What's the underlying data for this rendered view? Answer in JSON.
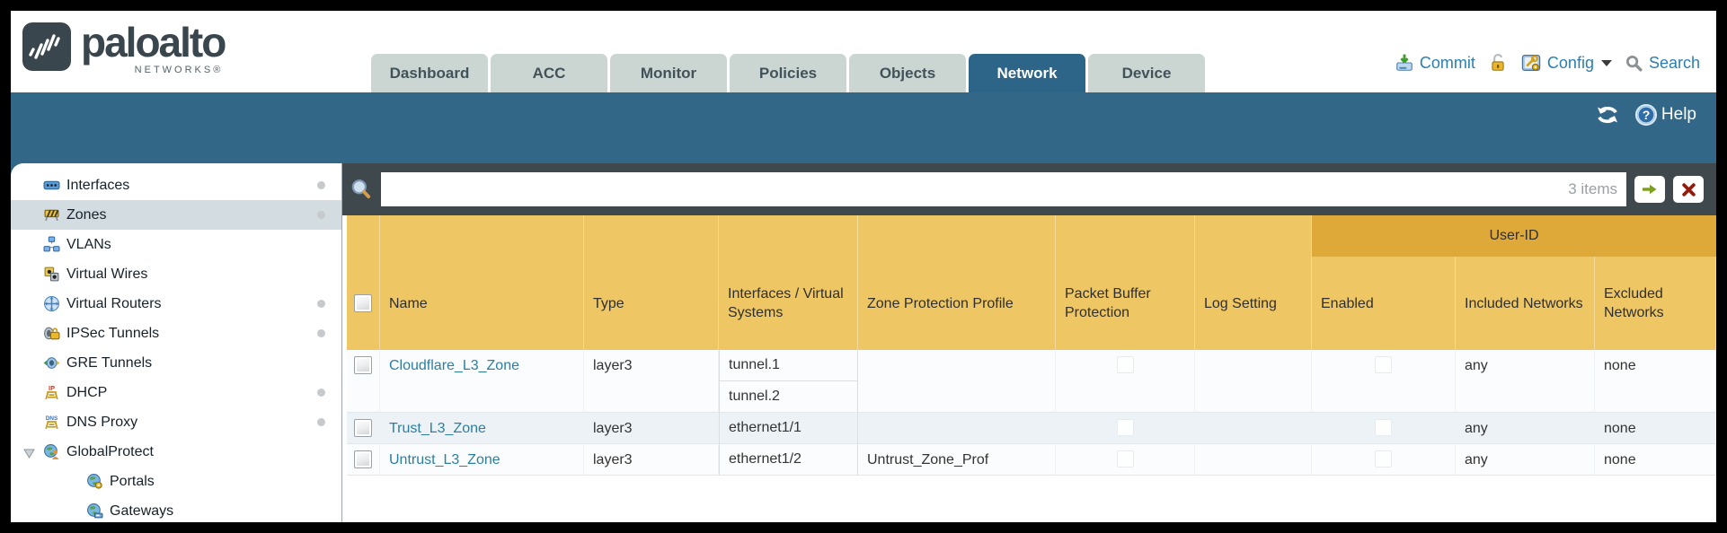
{
  "colors": {
    "frame": "#000000",
    "teal_band": "#336788",
    "active_tab": "#2d6588",
    "inactive_tab": "#cbd6d2",
    "slate_toolbar": "#3e484d",
    "header_amber": "#eec764",
    "group_amber": "#dfa93a",
    "link_blue": "#2b7fa1",
    "top_link_blue": "#2b7fae",
    "alt_row": "#edf2f6",
    "selected_item": "#d3dce1"
  },
  "header": {
    "logo": {
      "brand": "paloalto",
      "sub": "NETWORKS®",
      "icon": "paloalto-logo-icon"
    },
    "tabs": [
      {
        "label": "Dashboard",
        "active": false
      },
      {
        "label": "ACC",
        "active": false
      },
      {
        "label": "Monitor",
        "active": false
      },
      {
        "label": "Policies",
        "active": false
      },
      {
        "label": "Objects",
        "active": false
      },
      {
        "label": "Network",
        "active": true
      },
      {
        "label": "Device",
        "active": false
      }
    ],
    "actions": {
      "commit_label": "Commit",
      "commit_icon": "commit-icon",
      "lock_icon": "unlocked-padlock-icon",
      "config_label": "Config",
      "config_icon": "config-icon",
      "config_caret": "chevron-down-icon",
      "search_label": "Search",
      "search_icon": "search-icon"
    }
  },
  "toolbar": {
    "refresh_icon": "refresh-icon",
    "help_icon": "help-icon",
    "help_label": "Help"
  },
  "sidebar": {
    "items": [
      {
        "label": "Interfaces",
        "icon": "interfaces-icon",
        "dot": true,
        "selected": false,
        "child": false,
        "expanded": false
      },
      {
        "label": "Zones",
        "icon": "zones-icon",
        "dot": true,
        "selected": true,
        "child": false,
        "expanded": false
      },
      {
        "label": "VLANs",
        "icon": "vlans-icon",
        "dot": false,
        "selected": false,
        "child": false,
        "expanded": false
      },
      {
        "label": "Virtual Wires",
        "icon": "virtual-wires-icon",
        "dot": false,
        "selected": false,
        "child": false,
        "expanded": false
      },
      {
        "label": "Virtual Routers",
        "icon": "virtual-routers-icon",
        "dot": true,
        "selected": false,
        "child": false,
        "expanded": false
      },
      {
        "label": "IPSec Tunnels",
        "icon": "ipsec-tunnels-icon",
        "dot": true,
        "selected": false,
        "child": false,
        "expanded": false
      },
      {
        "label": "GRE Tunnels",
        "icon": "gre-tunnels-icon",
        "dot": false,
        "selected": false,
        "child": false,
        "expanded": false
      },
      {
        "label": "DHCP",
        "icon": "dhcp-icon",
        "dot": true,
        "selected": false,
        "child": false,
        "expanded": false
      },
      {
        "label": "DNS Proxy",
        "icon": "dns-proxy-icon",
        "dot": true,
        "selected": false,
        "child": false,
        "expanded": false
      },
      {
        "label": "GlobalProtect",
        "icon": "globalprotect-icon",
        "dot": false,
        "selected": false,
        "child": false,
        "expanded": true
      },
      {
        "label": "Portals",
        "icon": "portals-icon",
        "dot": false,
        "selected": false,
        "child": true,
        "expanded": false
      },
      {
        "label": "Gateways",
        "icon": "gateways-icon",
        "dot": false,
        "selected": false,
        "child": true,
        "expanded": false
      }
    ]
  },
  "search": {
    "value": "",
    "items_count": "3 items",
    "magnifier_icon": "magnifier-icon",
    "go_icon": "green-arrow-icon",
    "clear_icon": "red-x-icon"
  },
  "table": {
    "group_label": "User-ID",
    "columns": [
      "Name",
      "Type",
      "Interfaces / Virtual Systems",
      "Zone Protection Profile",
      "Packet Buffer Protection",
      "Log Setting",
      "Enabled",
      "Included Networks",
      "Excluded Networks"
    ],
    "rows": [
      {
        "name": "Cloudflare_L3_Zone",
        "type": "layer3",
        "interfaces": [
          "tunnel.1",
          "tunnel.2"
        ],
        "zone_protection_profile": "",
        "packet_buffer_protection": false,
        "log_setting": "",
        "enabled": false,
        "included_networks": "any",
        "excluded_networks": "none"
      },
      {
        "name": "Trust_L3_Zone",
        "type": "layer3",
        "interfaces": [
          "ethernet1/1"
        ],
        "zone_protection_profile": "",
        "packet_buffer_protection": false,
        "log_setting": "",
        "enabled": false,
        "included_networks": "any",
        "excluded_networks": "none"
      },
      {
        "name": "Untrust_L3_Zone",
        "type": "layer3",
        "interfaces": [
          "ethernet1/2"
        ],
        "zone_protection_profile": "Untrust_Zone_Prof",
        "packet_buffer_protection": false,
        "log_setting": "",
        "enabled": false,
        "included_networks": "any",
        "excluded_networks": "none"
      }
    ]
  }
}
